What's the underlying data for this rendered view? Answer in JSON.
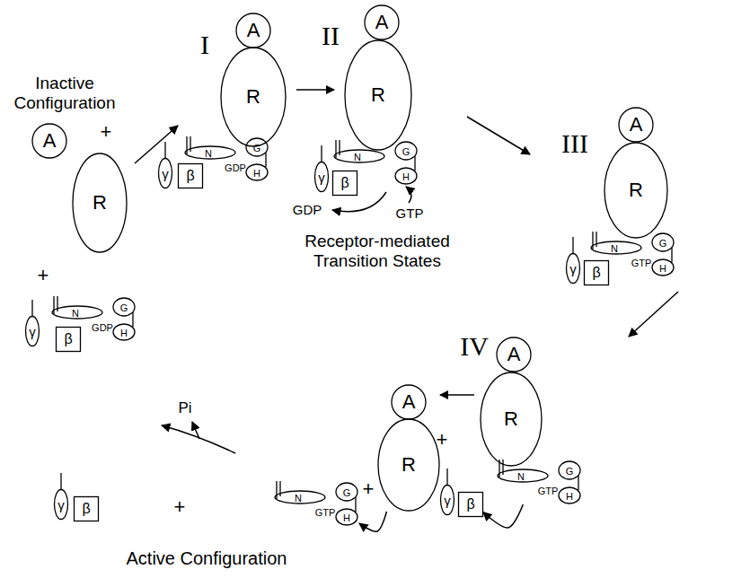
{
  "diagram": {
    "nodes": [
      {
        "text": [
          "A"
        ]
      },
      {
        "text": [
          "R"
        ]
      },
      {
        "text": [
          "γ"
        ]
      },
      {
        "text": [
          "β"
        ]
      },
      {
        "text": [
          "N",
          "G",
          "GDP",
          "H"
        ]
      },
      {
        "text": [
          "A"
        ]
      },
      {
        "text": [
          "R"
        ]
      },
      {
        "text": [
          "γ"
        ]
      },
      {
        "text": [
          "β"
        ]
      },
      {
        "text": [
          "N",
          "G",
          "GDP",
          "H"
        ]
      },
      {
        "text": [
          "A"
        ]
      },
      {
        "text": [
          "R"
        ]
      },
      {
        "text": [
          "γ"
        ]
      },
      {
        "text": [
          "β"
        ]
      },
      {
        "text": [
          "N",
          "G",
          "H"
        ]
      },
      {
        "text": [
          "A"
        ]
      },
      {
        "text": [
          "R"
        ]
      },
      {
        "text": [
          "γ"
        ]
      },
      {
        "text": [
          "β"
        ]
      },
      {
        "text": [
          "N",
          "G",
          "GTP",
          "H"
        ]
      },
      {
        "text": [
          "A"
        ]
      },
      {
        "text": [
          "R"
        ]
      },
      {
        "text": [
          "γ"
        ]
      },
      {
        "text": [
          "β"
        ]
      },
      {
        "text": [
          "N",
          "G",
          "GTP",
          "H"
        ]
      },
      {
        "text": [
          "γ"
        ]
      },
      {
        "text": [
          "β"
        ]
      },
      {
        "text": [
          "N",
          "G",
          "GTP",
          "H"
        ]
      },
      {
        "text": [
          "A"
        ]
      },
      {
        "text": [
          "R"
        ]
      }
    ],
    "edges": [
      {
        "from": 24,
        "to": 23,
        "arrow": "to"
      },
      {
        "from": 29,
        "to": 27,
        "arrow": "to"
      }
    ],
    "labels": [
      "Inactive Configuration",
      "+",
      "+",
      "I",
      "II",
      "GDP",
      "GTP",
      "III",
      "Receptor-mediated Transition States",
      "IV",
      "+",
      "Pi",
      "+",
      "+",
      "Active Configuration"
    ]
  }
}
